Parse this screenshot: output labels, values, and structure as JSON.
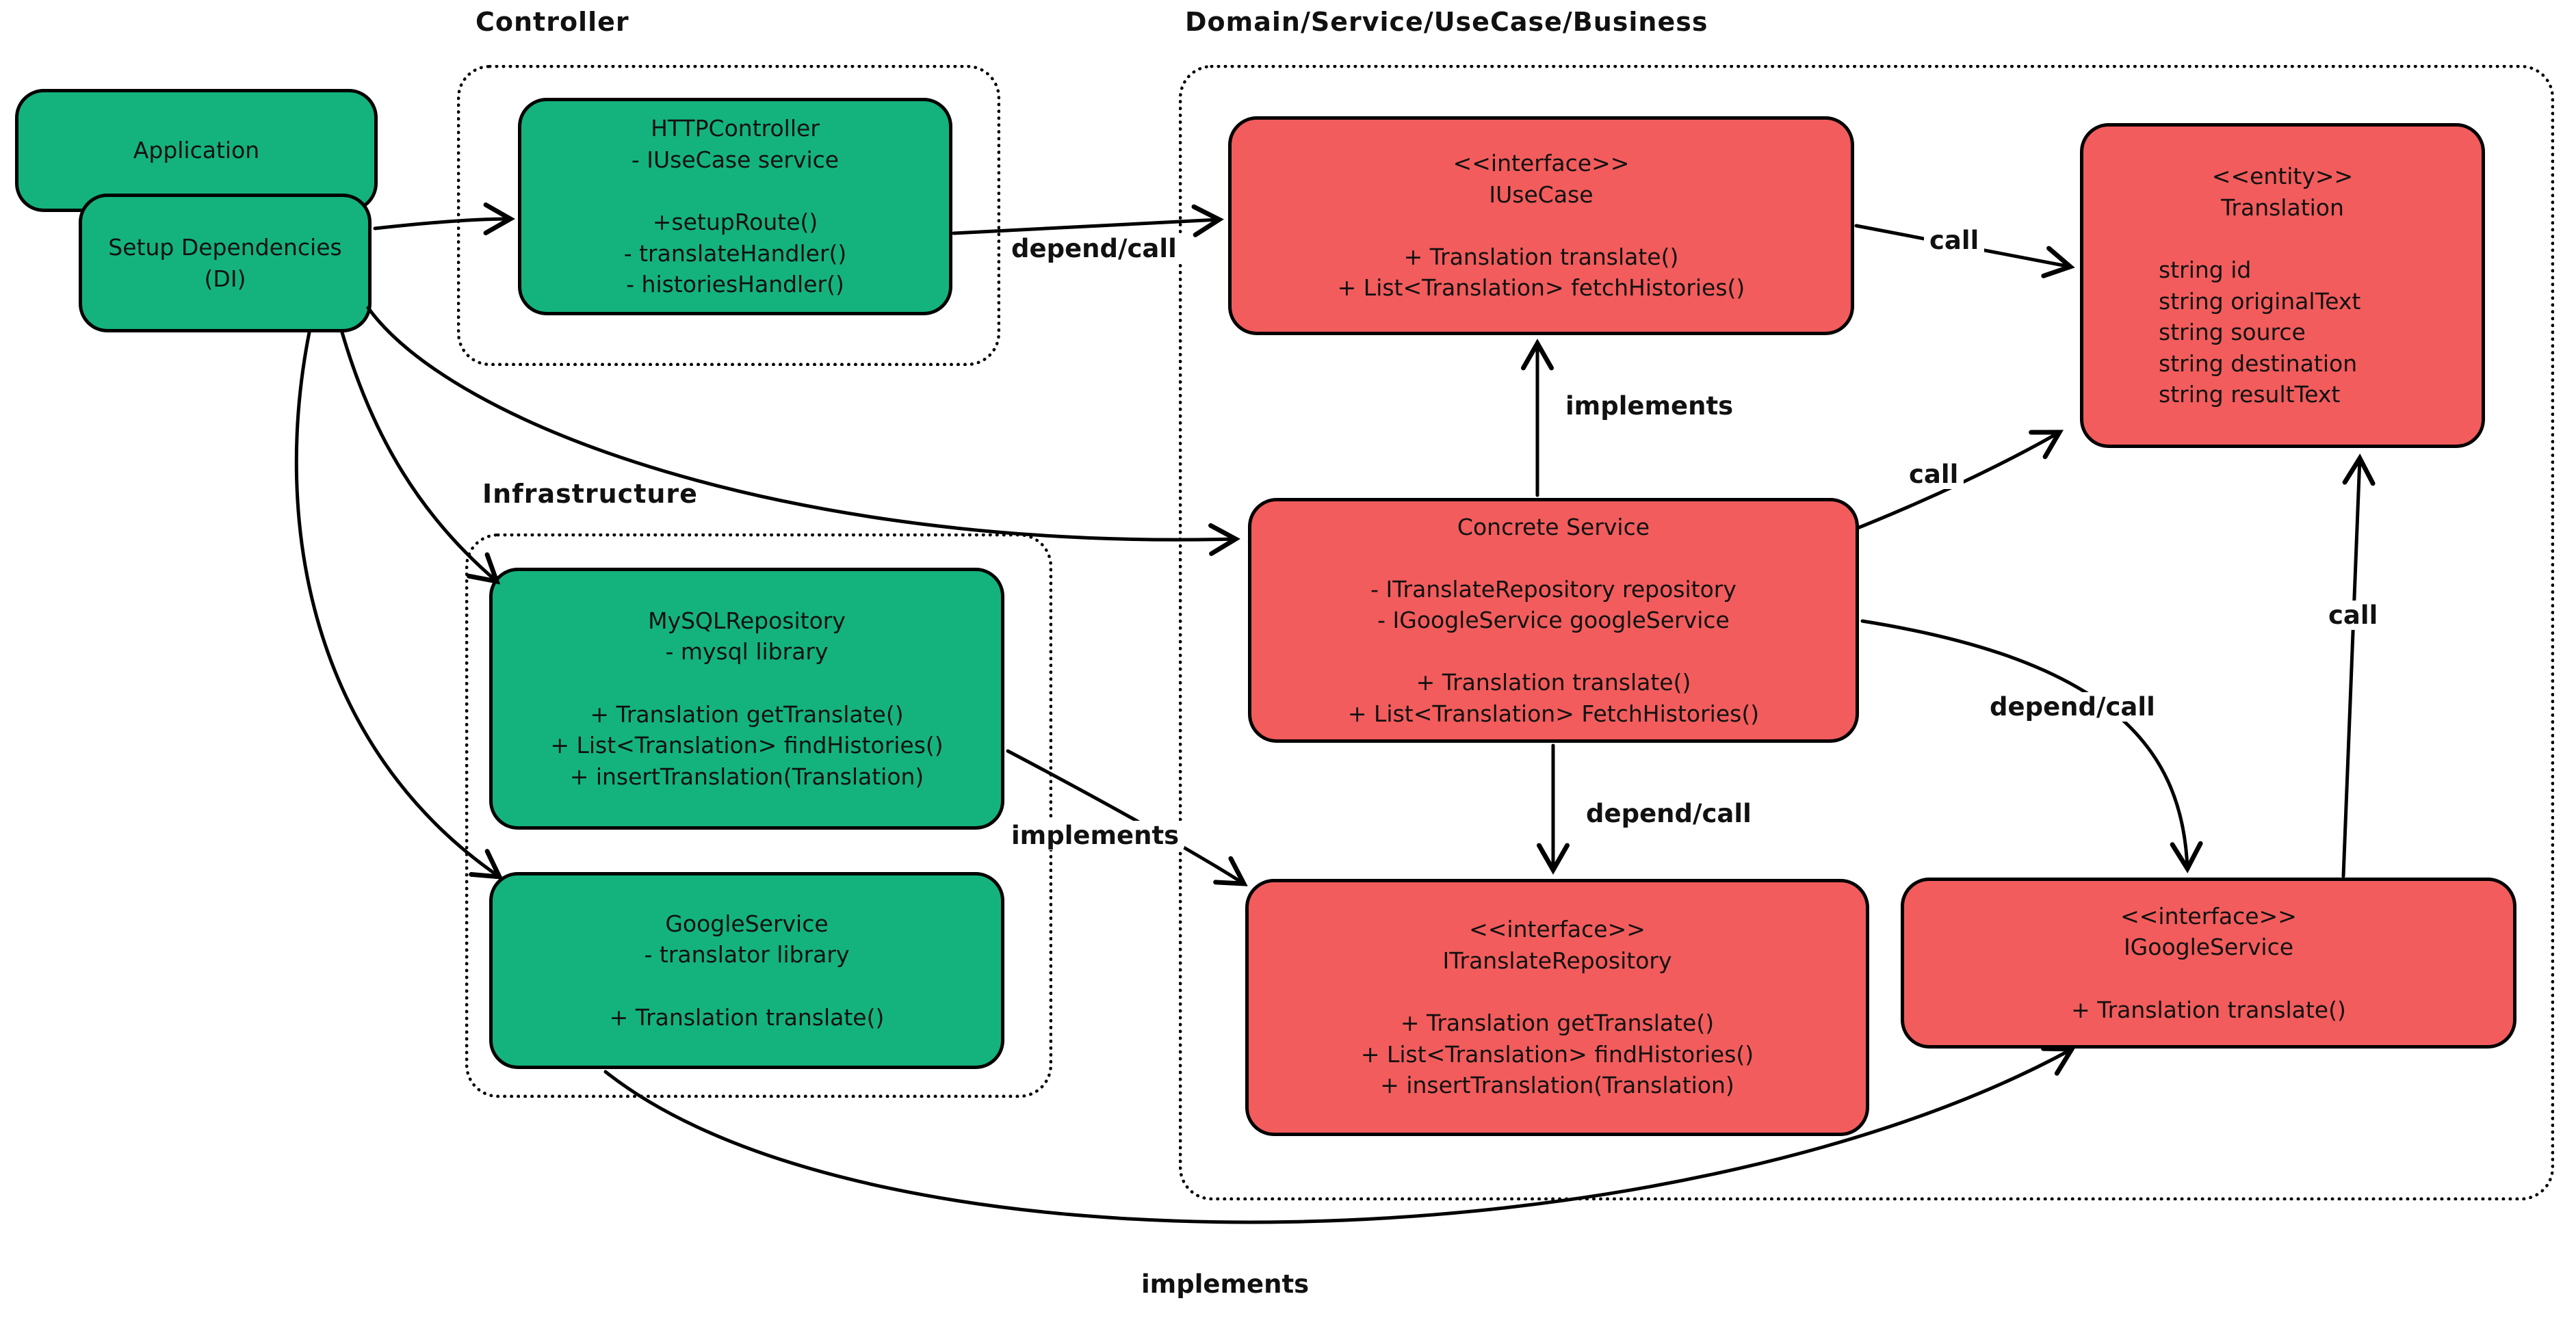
{
  "diagram": {
    "colors": {
      "green": "#14b37d",
      "red": "#f25c5c",
      "stroke": "#000000",
      "background": "#ffffff"
    }
  },
  "groups": {
    "controller": {
      "label": "Controller"
    },
    "infrastructure": {
      "label": "Infrastructure"
    },
    "domain": {
      "label": "Domain/Service/UseCase/Business"
    }
  },
  "boxes": {
    "application": {
      "color": "green",
      "lines": [
        "Application"
      ]
    },
    "setup_dependencies": {
      "color": "green",
      "lines": [
        "Setup Dependencies",
        "(DI)"
      ]
    },
    "http_controller": {
      "color": "green",
      "lines": [
        "HTTPController",
        "- IUseCase service",
        "",
        "+setupRoute()",
        "- translateHandler()",
        "- historiesHandler()"
      ]
    },
    "iusecase": {
      "color": "red",
      "lines": [
        "<<interface>>",
        "IUseCase",
        "",
        "+ Translation translate()",
        "+ List<Translation> fetchHistories()"
      ]
    },
    "translation": {
      "color": "red",
      "lines": [
        "<<entity>>",
        "Translation",
        "",
        "string id",
        "string originalText",
        "string source",
        "string destination",
        "string resultText"
      ]
    },
    "concrete_service": {
      "color": "red",
      "lines": [
        "Concrete Service",
        "",
        "- ITranslateRepository repository",
        "- IGoogleService googleService",
        "",
        "+ Translation translate()",
        "+ List<Translation> FetchHistories()"
      ]
    },
    "mysql_repository": {
      "color": "green",
      "lines": [
        "MySQLRepository",
        "- mysql library",
        "",
        "+ Translation getTranslate()",
        "+ List<Translation> findHistories()",
        "+ insertTranslation(Translation)"
      ]
    },
    "google_service": {
      "color": "green",
      "lines": [
        "GoogleService",
        "- translator library",
        "",
        "+ Translation translate()"
      ]
    },
    "itranslate_repository": {
      "color": "red",
      "lines": [
        "<<interface>>",
        "ITranslateRepository",
        "",
        "+ Translation getTranslate()",
        "+ List<Translation> findHistories()",
        "+ insertTranslation(Translation)"
      ]
    },
    "igoogle_service": {
      "color": "red",
      "lines": [
        "<<interface>>",
        "IGoogleService",
        "",
        "+ Translation translate()"
      ]
    }
  },
  "edges": [
    {
      "from": "setup_dependencies",
      "to": "http_controller",
      "label": ""
    },
    {
      "from": "http_controller",
      "to": "iusecase",
      "label": "depend/call"
    },
    {
      "from": "setup_dependencies",
      "to": "concrete_service",
      "label": ""
    },
    {
      "from": "setup_dependencies",
      "to": "mysql_repository",
      "label": ""
    },
    {
      "from": "setup_dependencies",
      "to": "google_service",
      "label": ""
    },
    {
      "from": "iusecase",
      "to": "translation",
      "label": "call"
    },
    {
      "from": "concrete_service",
      "to": "iusecase",
      "label": "implements"
    },
    {
      "from": "concrete_service",
      "to": "translation",
      "label": "call"
    },
    {
      "from": "concrete_service",
      "to": "itranslate_repository",
      "label": "depend/call"
    },
    {
      "from": "concrete_service",
      "to": "igoogle_service",
      "label": "depend/call"
    },
    {
      "from": "igoogle_service",
      "to": "translation",
      "label": "call"
    },
    {
      "from": "mysql_repository",
      "to": "itranslate_repository",
      "label": "implements"
    },
    {
      "from": "google_service",
      "to": "igoogle_service",
      "label": "implements"
    }
  ]
}
